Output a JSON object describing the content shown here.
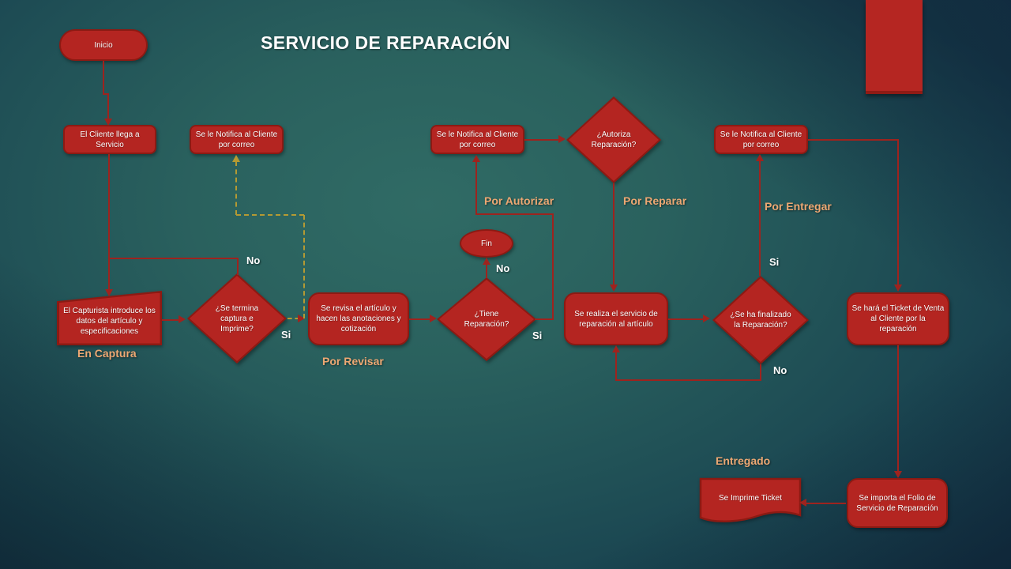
{
  "slide": {
    "title": "SERVICIO DE REPARACIÓN"
  },
  "nodes": {
    "inicio": "Inicio",
    "cliente_llega": "El Cliente llega a Servicio",
    "notifica1": "Se le Notifica al Cliente por correo",
    "notifica2": "Se le Notifica al Cliente por correo",
    "notifica3": "Se le Notifica al Cliente por correo",
    "capturista": "El Capturista introduce los datos del artículo y especificaciones",
    "d_termina": "¿Se termina captura e Imprime?",
    "revisa": "Se revisa el artículo y hacen las anotaciones y cotización",
    "d_tiene": "¿Tiene Reparación?",
    "fin": "Fin",
    "d_autoriza": "¿Autoriza Reparación?",
    "realiza": "Se realiza el servicio de reparación al artículo",
    "d_finalizado": "¿Se ha finalizado la Reparación?",
    "ticket_venta": "Se hará el Ticket de Venta al Cliente por la reparación",
    "importa_folio": "Se importa el Folio de Servicio de Reparación",
    "imprime_ticket": "Se Imprime Ticket"
  },
  "stage_labels": {
    "en_captura": "En Captura",
    "por_revisar": "Por Revisar",
    "por_autorizar": "Por Autorizar",
    "por_reparar": "Por Reparar",
    "por_entregar": "Por Entregar",
    "entregado": "Entregado"
  },
  "edge_labels": {
    "termina_no": "No",
    "termina_si": "Si",
    "tiene_no": "No",
    "tiene_si": "Si",
    "finalizado_si": "Si",
    "finalizado_no": "No"
  },
  "colors": {
    "shape_fill": "#b42521",
    "shape_border": "#8c1a13",
    "connector": "#9e231e",
    "dashed_connector": "#b49a33",
    "stage_label": "#eda873",
    "edge_label": "#ffffff",
    "title": "#ffffff",
    "background_center": "#2b6561",
    "background_edge": "#143448",
    "accent_rect": "#b52622"
  }
}
